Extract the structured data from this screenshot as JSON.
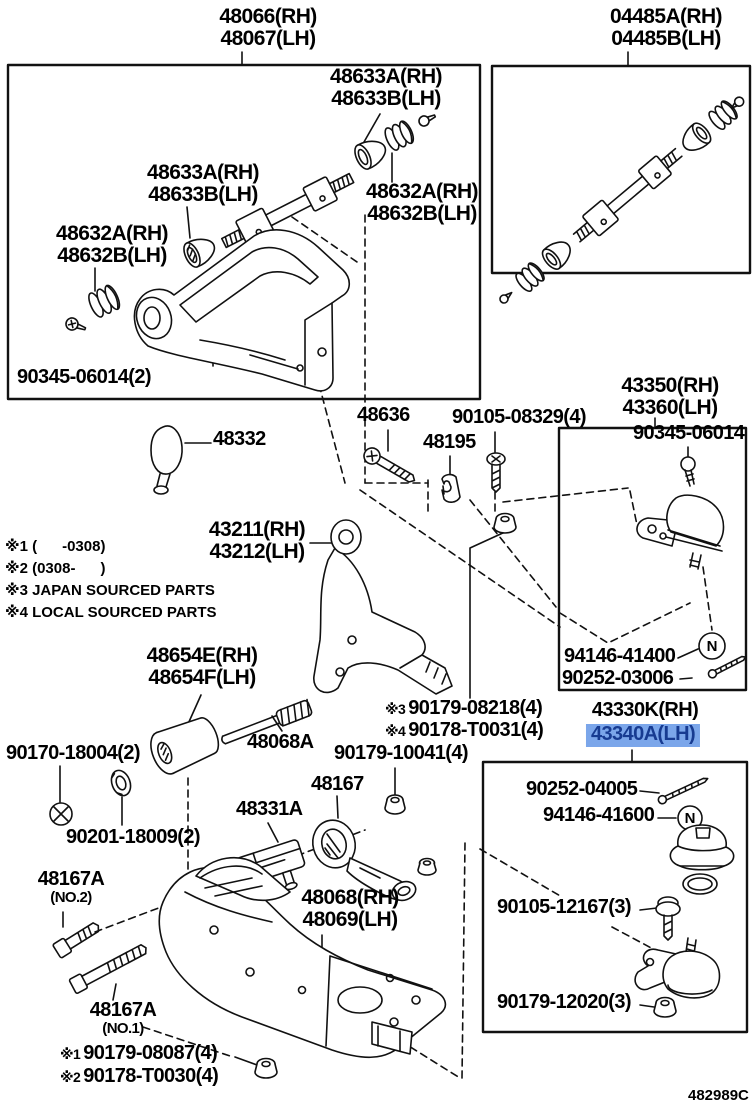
{
  "diagram_code": "482989C",
  "highlight": {
    "bg": "#7ba6ea",
    "fg": "#173b91",
    "selected_part": "43340A(LH)"
  },
  "notes": [
    "※1 (      -0308)",
    "※2 (0308-      )",
    "※3 JAPAN SOURCED PARTS",
    "※4 LOCAL SOURCED PARTS"
  ],
  "symbols": {
    "nut": "N"
  },
  "parts": {
    "p48066": {
      "l1": "48066(RH)",
      "l2": "48067(LH)"
    },
    "p04485": {
      "l1": "04485A(RH)",
      "l2": "04485B(LH)"
    },
    "p48633_upper": {
      "l1": "48633A(RH)",
      "l2": "48633B(LH)"
    },
    "p48633_mid": {
      "l1": "48633A(RH)",
      "l2": "48633B(LH)"
    },
    "p48632_right": {
      "l1": "48632A(RH)",
      "l2": "48632B(LH)"
    },
    "p48632_left": {
      "l1": "48632A(RH)",
      "l2": "48632B(LH)"
    },
    "p90345_06014_2": {
      "text": "90345-06014(2)"
    },
    "p48332": {
      "text": "48332"
    },
    "p48636": {
      "text": "48636"
    },
    "p90105_08329": {
      "text": "90105-08329(4)"
    },
    "p48195": {
      "text": "48195"
    },
    "p43350": {
      "l1": "43350(RH)",
      "l2": "43360(LH)"
    },
    "p90345_06014": {
      "text": "90345-06014"
    },
    "p43211": {
      "l1": "43211(RH)",
      "l2": "43212(LH)"
    },
    "p48654": {
      "l1": "48654E(RH)",
      "l2": "48654F(LH)"
    },
    "p94146_41400": {
      "text": "94146-41400"
    },
    "p90252_03006": {
      "text": "90252-03006"
    },
    "p90179_08218": {
      "prefix": "※3",
      "text": "90179-08218(4)"
    },
    "p90178_T0031": {
      "prefix": "※4",
      "text": "90178-T0031(4)"
    },
    "p43330K": {
      "text": "43330K(RH)"
    },
    "p43340A": {
      "text": "43340A(LH)"
    },
    "p90170_18004": {
      "text": "90170-18004(2)"
    },
    "p48068A": {
      "text": "48068A"
    },
    "p90179_10041": {
      "text": "90179-10041(4)"
    },
    "p90252_04005": {
      "text": "90252-04005"
    },
    "p94146_41600": {
      "text": "94146-41600"
    },
    "p90201_18009": {
      "text": "90201-18009(2)"
    },
    "p48331A": {
      "text": "48331A"
    },
    "p48167": {
      "text": "48167"
    },
    "p48167A_no2": {
      "l1": "48167A",
      "l2": "(NO.2)"
    },
    "p48068": {
      "l1": "48068(RH)",
      "l2": "48069(LH)"
    },
    "p90105_12167": {
      "text": "90105-12167(3)"
    },
    "p48167A_no1": {
      "l1": "48167A",
      "l2": "(NO.1)"
    },
    "p90179_12020": {
      "text": "90179-12020(3)"
    },
    "p90179_08087": {
      "prefix": "※1",
      "text": "90179-08087(4)"
    },
    "p90178_T0030": {
      "prefix": "※2",
      "text": "90178-T0030(4)"
    }
  }
}
